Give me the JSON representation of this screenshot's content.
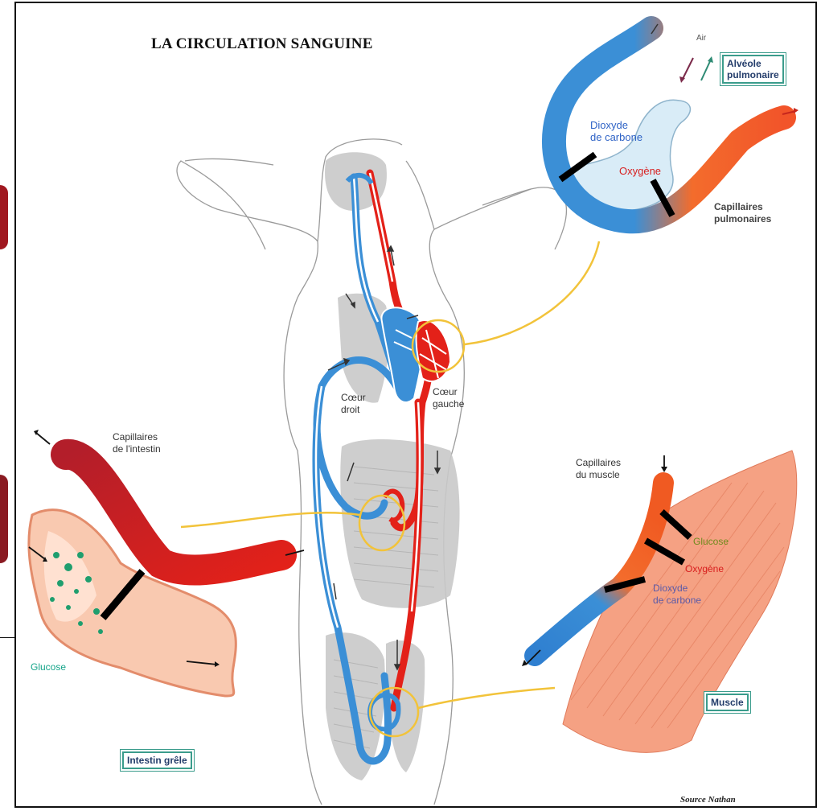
{
  "title": "LA CIRCULATION  SANGUINE",
  "alveole": {
    "air": "Air",
    "box_lines": [
      "Alvéole",
      "pulmonaire"
    ],
    "co2_lines": [
      "Dioxyde",
      "de carbone"
    ],
    "o2": "Oxygène",
    "capillaires_lines": [
      "Capillaires",
      "pulmonaires"
    ]
  },
  "heart": {
    "droit_lines": [
      "Cœur",
      "droit"
    ],
    "gauche_lines": [
      "Cœur",
      "gauche"
    ]
  },
  "intestin": {
    "capillaires_lines": [
      "Capillaires",
      "de l'intestin"
    ],
    "glucose": "Glucose",
    "box": "Intestin grêle"
  },
  "muscle": {
    "capillaires_lines": [
      "Capillaires",
      "du muscle"
    ],
    "glucose": "Glucose",
    "o2": "Oxygène",
    "co2_lines": [
      "Dioxyde",
      "de carbone"
    ],
    "box": "Muscle"
  },
  "source": "Source Nathan",
  "colors": {
    "blood_red": "#e32119",
    "blood_blue": "#3b8fd6",
    "vessel_dark_red": "#c8232c",
    "orange_vessel": "#f36c2c",
    "yellow_link": "#f2c33a",
    "organ_gray": "#c9c9c9",
    "label_box_border": "#3b9c8c"
  }
}
